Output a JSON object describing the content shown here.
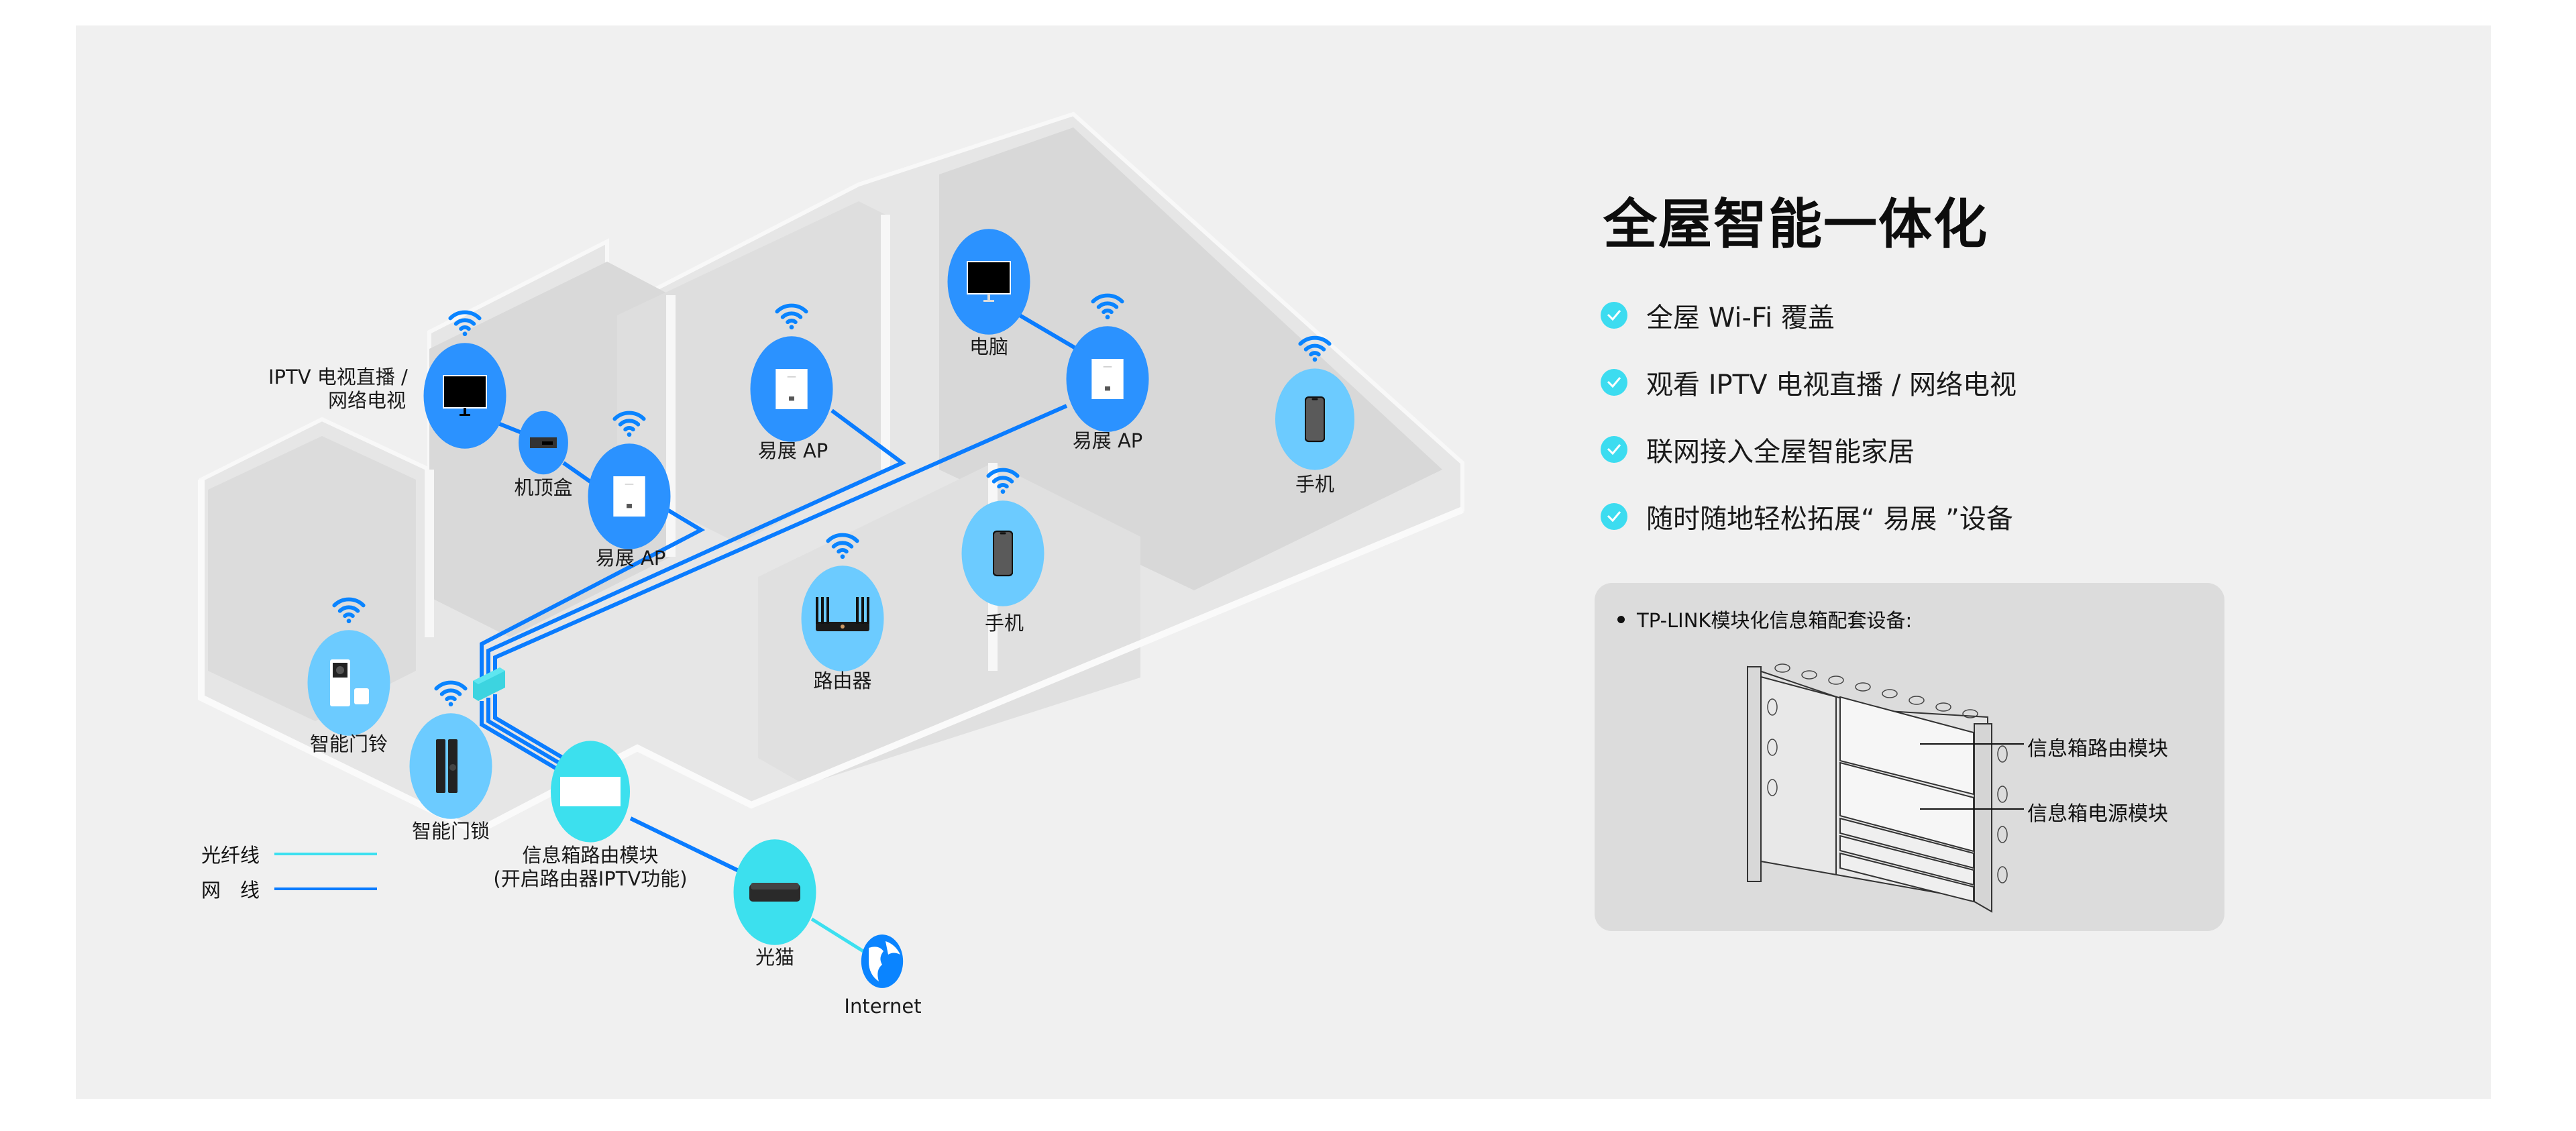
{
  "title": "全屋智能一体化",
  "features": [
    {
      "icon": "check-circle-icon",
      "text": "全屋 Wi-Fi 覆盖"
    },
    {
      "icon": "check-circle-icon",
      "text": "观看 IPTV 电视直播 / 网络电视"
    },
    {
      "icon": "check-circle-icon",
      "text": "联网接入全屋智能家居"
    },
    {
      "icon": "check-circle-icon",
      "text": "随时随地轻松拓展“ 易展 ”设备"
    }
  ],
  "info_box": {
    "heading": "TP-LINK模块化信息箱配套设备:",
    "callouts": [
      "信息箱路由模块",
      "信息箱电源模块"
    ]
  },
  "nodes": {
    "iptv": {
      "label_line1": "IPTV 电视直播 /",
      "label_line2": "网络电视",
      "icon": "tv-icon"
    },
    "settop": {
      "label": "机顶盒",
      "icon": "set-top-box-icon"
    },
    "ap_living": {
      "label": "易展 AP",
      "icon": "wall-ap-icon"
    },
    "ap_mid": {
      "label": "易展 AP",
      "icon": "wall-ap-icon"
    },
    "computer": {
      "label": "电脑",
      "icon": "monitor-icon"
    },
    "ap_bedroom": {
      "label": "易展 AP",
      "icon": "wall-ap-icon"
    },
    "phone_right": {
      "label": "手机",
      "icon": "phone-icon"
    },
    "phone_mid": {
      "label": "手机",
      "icon": "phone-icon"
    },
    "router": {
      "label": "路由器",
      "icon": "router-icon"
    },
    "doorbell": {
      "label": "智能门铃",
      "icon": "doorbell-icon"
    },
    "doorlock": {
      "label": "智能门锁",
      "icon": "door-lock-icon"
    },
    "box_router": {
      "label_line1": "信息箱路由模块",
      "label_line2": "(开启路由器IPTV功能)",
      "icon": "box-router-module-icon"
    },
    "modem": {
      "label": "光猫",
      "icon": "optical-modem-icon"
    },
    "internet": {
      "label": "Internet",
      "icon": "globe-icon"
    }
  },
  "legend": [
    {
      "label": "光纤线",
      "color": "#3ce0f0"
    },
    {
      "label": "网　线",
      "color": "#0a7cff"
    }
  ],
  "colors": {
    "dark_node": "#2b92ff",
    "light_node": "#6ccbff",
    "fiber_node": "#3ce0ee",
    "ethernet": "#0a7cff",
    "fiber": "#3ce0f0",
    "check": "#3cdcf0",
    "wifi": "#0a84ff"
  }
}
